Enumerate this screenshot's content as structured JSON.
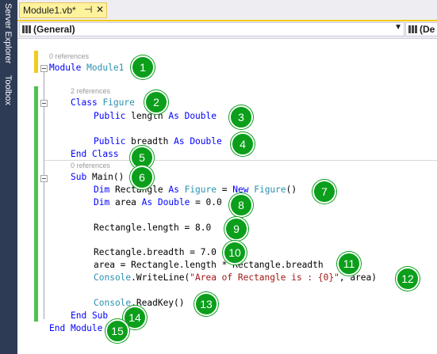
{
  "side_tabs": {
    "server_explorer": "Server Explorer",
    "toolbox": "Toolbox"
  },
  "tab": {
    "title": "Module1.vb*",
    "pin_icon": "pin-icon",
    "close_icon": "close-icon"
  },
  "dropdowns": {
    "left": "(General)",
    "right": "(De"
  },
  "references": {
    "module": "0 references",
    "class": "2 references",
    "sub": "0 references"
  },
  "code": {
    "l1": {
      "kw": "Module",
      "name": "Module1"
    },
    "l2": {
      "kw": "Class",
      "name": "Figure"
    },
    "l3": {
      "kw1": "Public",
      "ident": "length",
      "kw2": "As",
      "kw3": "Double"
    },
    "l4": {
      "kw1": "Public",
      "ident": "breadth",
      "kw2": "As",
      "kw3": "Double"
    },
    "l5": {
      "kw": "End Class"
    },
    "l6": {
      "kw": "Sub",
      "rest": "Main()"
    },
    "l7": {
      "kw1": "Dim",
      "ident": "Rectangle",
      "kw2": "As",
      "type": "Figure",
      "op": "=",
      "kw3": "New",
      "type2": "Figure",
      "tail": "()"
    },
    "l8": {
      "kw1": "Dim",
      "ident": "area",
      "kw2": "As",
      "kw3": "Double",
      "tail": "= 0.0"
    },
    "l9": {
      "text": "Rectangle.length = 8.0"
    },
    "l10": {
      "text": "Rectangle.breadth = 7.0"
    },
    "l11": {
      "text": "area = Rectangle.length * Rectangle.breadth"
    },
    "l12": {
      "type": "Console",
      "call": ".WriteLine(",
      "str": "\"Area of Rectangle is : {0}\"",
      "tail": ", area)"
    },
    "l13": {
      "type": "Console",
      "call": ".ReadKey()"
    },
    "l14": {
      "kw": "End Sub"
    },
    "l15": {
      "kw": "End Module"
    }
  },
  "markers": [
    "1",
    "2",
    "3",
    "4",
    "5",
    "6",
    "7",
    "8",
    "9",
    "10",
    "11",
    "12",
    "13",
    "14",
    "15"
  ],
  "colors": {
    "marker": "#0b9f1b",
    "keyword": "#0000ff",
    "type": "#2b91af",
    "string": "#a31515",
    "tab_active": "#fff29d",
    "change_saved": "#4ec24e",
    "change_unsaved": "#f2cb1d"
  }
}
